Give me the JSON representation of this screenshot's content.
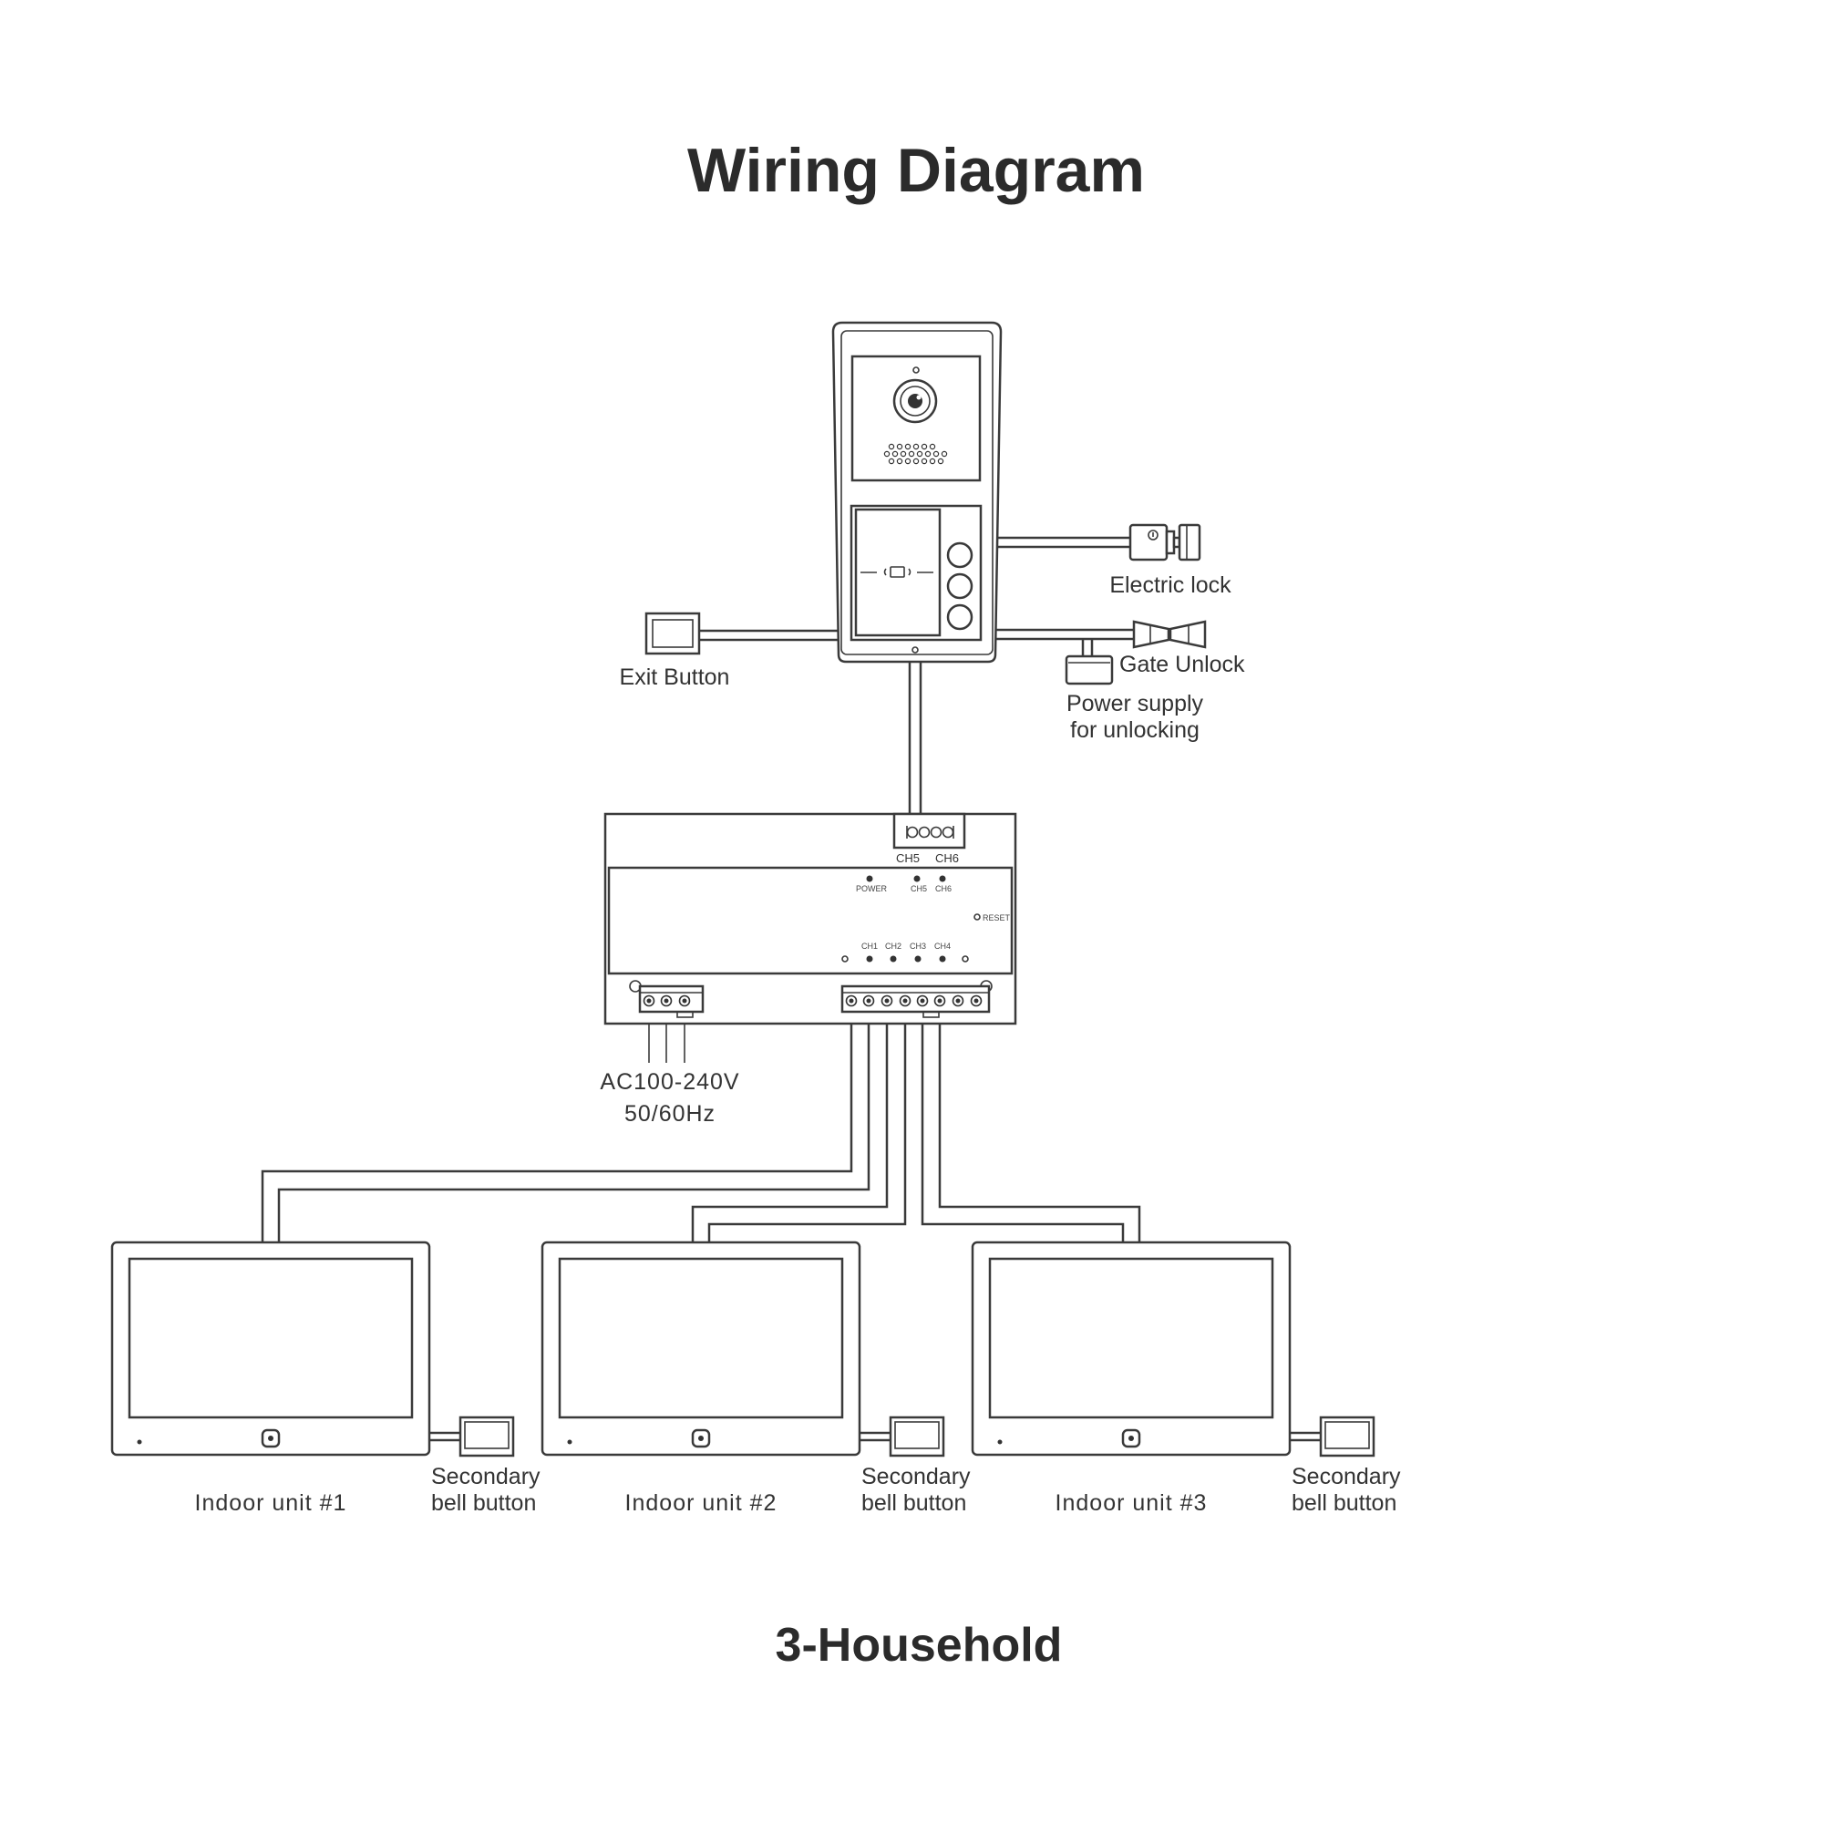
{
  "title": "Wiring Diagram",
  "subtitle": "3-Household",
  "outdoor_station": {
    "electric_lock_label": "Electric lock",
    "gate_unlock_label": "Gate Unlock",
    "exit_button_label": "Exit Button",
    "power_supply_label_line1": "Power supply",
    "power_supply_label_line2": "for unlocking"
  },
  "distributor": {
    "top_port_labels": [
      "CH5",
      "CH6"
    ],
    "led_power": "POWER",
    "led_ch5": "CH5",
    "led_ch6": "CH6",
    "reset": "RESET",
    "ch_leds": [
      "CH1",
      "CH2",
      "CH3",
      "CH4"
    ],
    "ac_line1": "AC100-240V",
    "ac_line2": "50/60Hz"
  },
  "indoor_units": [
    {
      "label": "Indoor unit #1",
      "bell_line1": "Secondary",
      "bell_line2": "bell button"
    },
    {
      "label": "Indoor unit #2",
      "bell_line1": "Secondary",
      "bell_line2": "bell button"
    },
    {
      "label": "Indoor unit #3",
      "bell_line1": "Secondary",
      "bell_line2": "bell button"
    }
  ]
}
